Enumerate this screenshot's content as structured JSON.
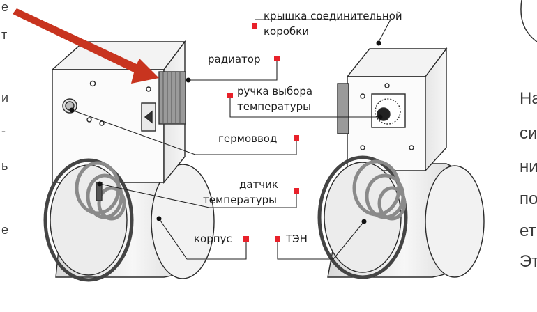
{
  "labels": {
    "lid": [
      "крышка соединительной",
      "коробки"
    ],
    "radiator": "радиатор",
    "knob": [
      "ручка выбора",
      "температуры"
    ],
    "gland": "гермоввод",
    "sensor": [
      "датчик",
      "температуры"
    ],
    "housing": "корпус",
    "heater": "ТЭН"
  },
  "left_edge_fragments": [
    "е",
    "т",
    "и",
    "-",
    "ь",
    "е"
  ],
  "right_edge_fragments": [
    "На",
    "си",
    "ни",
    "по",
    "ет",
    "Эт"
  ],
  "colors": {
    "marker": "#e8212a",
    "arrow": "#c8341f",
    "line": "#222222",
    "text": "#1e1e1e"
  },
  "icons": [
    "arrow-pointer",
    "marker-square",
    "callout-dot"
  ]
}
